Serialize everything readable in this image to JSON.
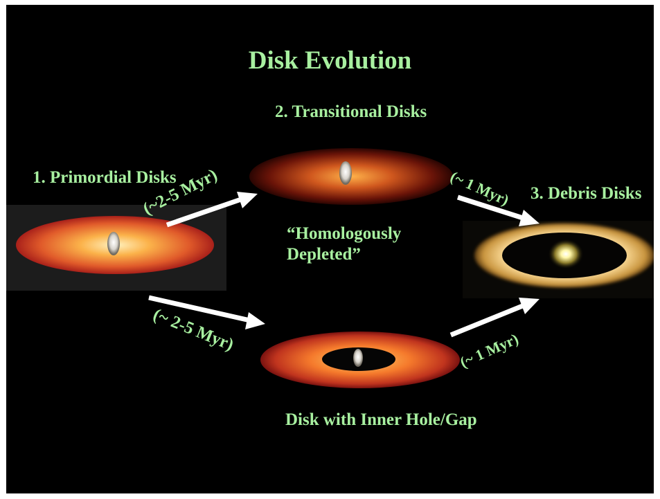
{
  "title": "Disk Evolution",
  "stages": {
    "primordial": "1. Primordial Disks",
    "transitional": "2. Transitional Disks",
    "debris": "3. Debris Disks",
    "homologous_line1": "“Homologously",
    "homologous_line2": "Depleted”",
    "inner_hole": "Disk with Inner Hole/Gap"
  },
  "timescales": {
    "upper_left": "(~2-5 Myr)",
    "lower_left": "(~ 2-5 Myr)",
    "upper_right": "(~ 1 Myr)",
    "lower_right": "(~ 1 Myr)"
  },
  "colors": {
    "background": "#000000",
    "text": "#a8f0a0",
    "arrow": "#ffffff"
  }
}
